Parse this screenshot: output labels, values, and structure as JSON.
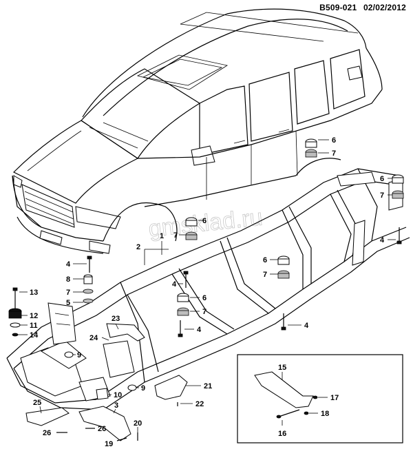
{
  "header": {
    "diagram_code": "B509-021",
    "date": "02/02/2012"
  },
  "watermark": "gmsklad.ru",
  "callouts": {
    "c1": "1",
    "c2": "2",
    "c3": "3",
    "c4a": "4",
    "c4b": "4",
    "c4c": "4",
    "c4d": "4",
    "c4e": "4",
    "c5": "5",
    "c6a": "6",
    "c6b": "6",
    "c6c": "6",
    "c6d": "6",
    "c6e": "6",
    "c7a": "7",
    "c7b": "7",
    "c7c": "7",
    "c7d": "7",
    "c7e": "7",
    "c7f": "7",
    "c8": "8",
    "c9a": "9",
    "c9b": "9",
    "c10": "10",
    "c11": "11",
    "c12": "12",
    "c13": "13",
    "c14": "14",
    "c15": "15",
    "c16": "16",
    "c17": "17",
    "c18": "18",
    "c19": "19",
    "c20": "20",
    "c21": "21",
    "c22": "22",
    "c23": "23",
    "c24": "24",
    "c25": "25",
    "c26a": "26",
    "c26b": "26"
  }
}
